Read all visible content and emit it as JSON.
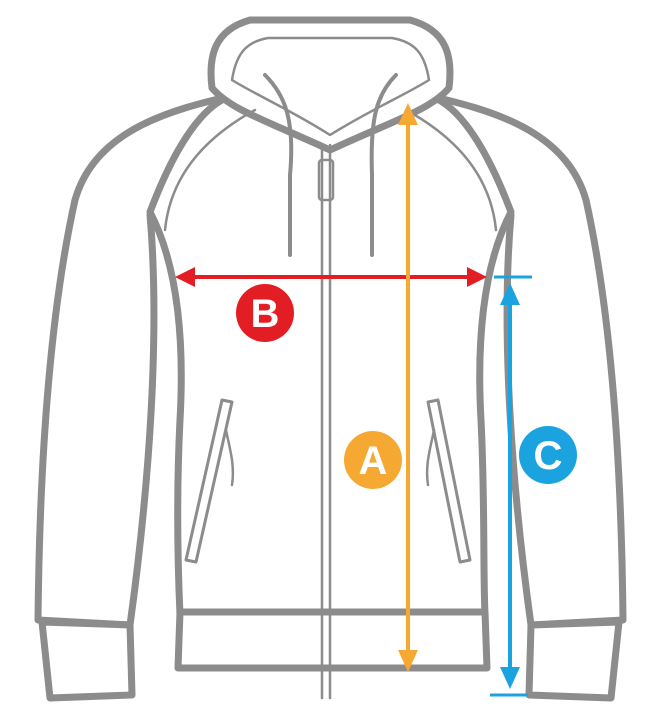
{
  "diagram": {
    "subject": "hoodie",
    "measurements": [
      {
        "key": "A",
        "label": "A",
        "color": "#f5a832"
      },
      {
        "key": "B",
        "label": "B",
        "color": "#e31d24"
      },
      {
        "key": "C",
        "label": "C",
        "color": "#1ba3e0"
      }
    ],
    "outline_color": "#8c8c8c"
  }
}
